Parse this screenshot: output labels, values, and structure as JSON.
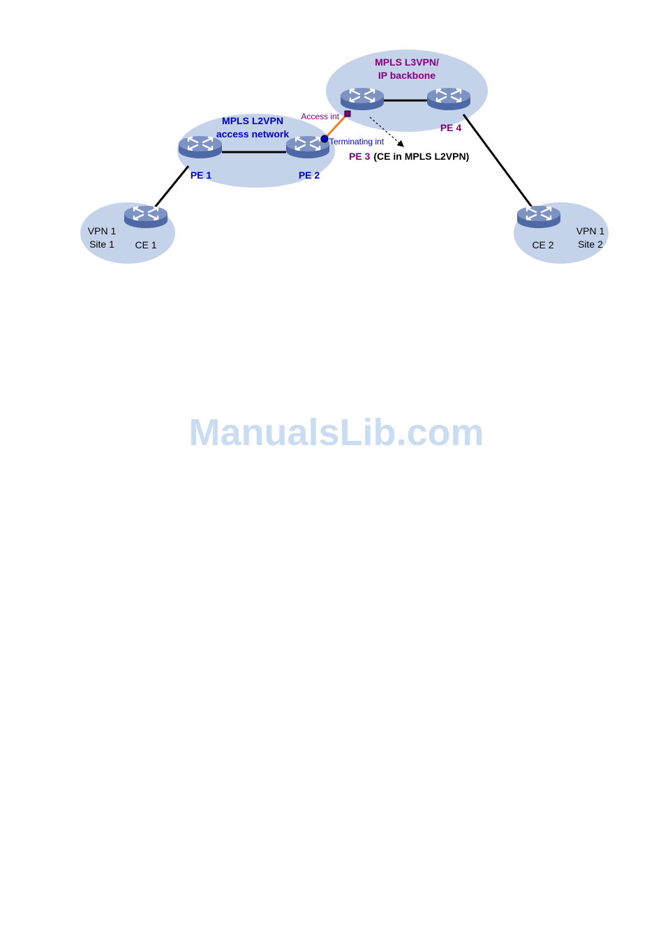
{
  "colors": {
    "cloud": "#c5d3ea",
    "router_top": "#7d93c4",
    "router_side": "#4e6aa6",
    "router_arrow": "#ffffff",
    "link": "#000000",
    "access_link": "#ee7d20",
    "blue_label": "#0000cc",
    "purple_label": "#800080",
    "black_label": "#000000",
    "watermark": "#c9dcf2"
  },
  "clouds": {
    "site1": {
      "line1": "VPN 1",
      "line2": "Site 1"
    },
    "site2": {
      "line1": "VPN 1",
      "line2": "Site 2"
    },
    "l2vpn": {
      "line1": "MPLS L2VPN",
      "line2": "access network"
    },
    "l3vpn": {
      "line1": "MPLS L3VPN/",
      "line2": "IP backbone"
    }
  },
  "devices": {
    "ce1": "CE 1",
    "ce2": "CE 2",
    "pe1": "PE 1",
    "pe2": "PE 2",
    "pe3": "PE 3",
    "pe3_note": "(CE in MPLS L2VPN)",
    "pe4": "PE 4"
  },
  "interfaces": {
    "access": "Access int",
    "terminating": "Terminating int"
  },
  "icons": {
    "router": "router-icon"
  },
  "watermark": "ManualsLib.com"
}
